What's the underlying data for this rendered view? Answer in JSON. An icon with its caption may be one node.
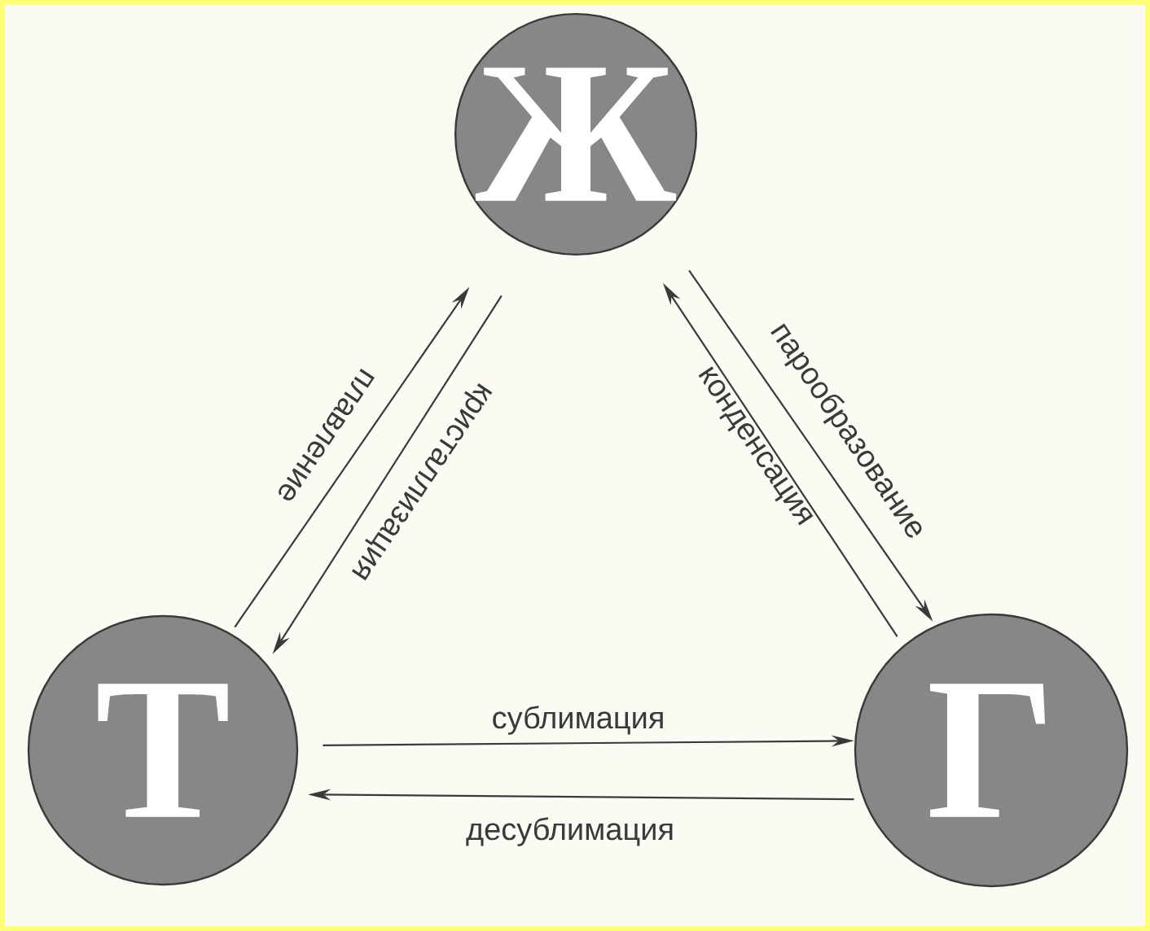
{
  "diagram": {
    "nodes": [
      {
        "text": [
          "Ж"
        ]
      },
      {
        "text": [
          "Т"
        ]
      },
      {
        "text": [
          "Г"
        ]
      }
    ],
    "edges": [
      {
        "from": 1,
        "to": 0,
        "arrow": "to",
        "label": "плавление"
      },
      {
        "from": 0,
        "to": 1,
        "arrow": "to",
        "label": "кристаллизация"
      },
      {
        "from": 0,
        "to": 2,
        "arrow": "to",
        "label": "парообразование"
      },
      {
        "from": 2,
        "to": 0,
        "arrow": "to",
        "label": "конденсация"
      },
      {
        "from": 1,
        "to": 2,
        "arrow": "to",
        "label": "сублимация"
      },
      {
        "from": 2,
        "to": 1,
        "arrow": "to",
        "label": "десублимация"
      }
    ]
  }
}
